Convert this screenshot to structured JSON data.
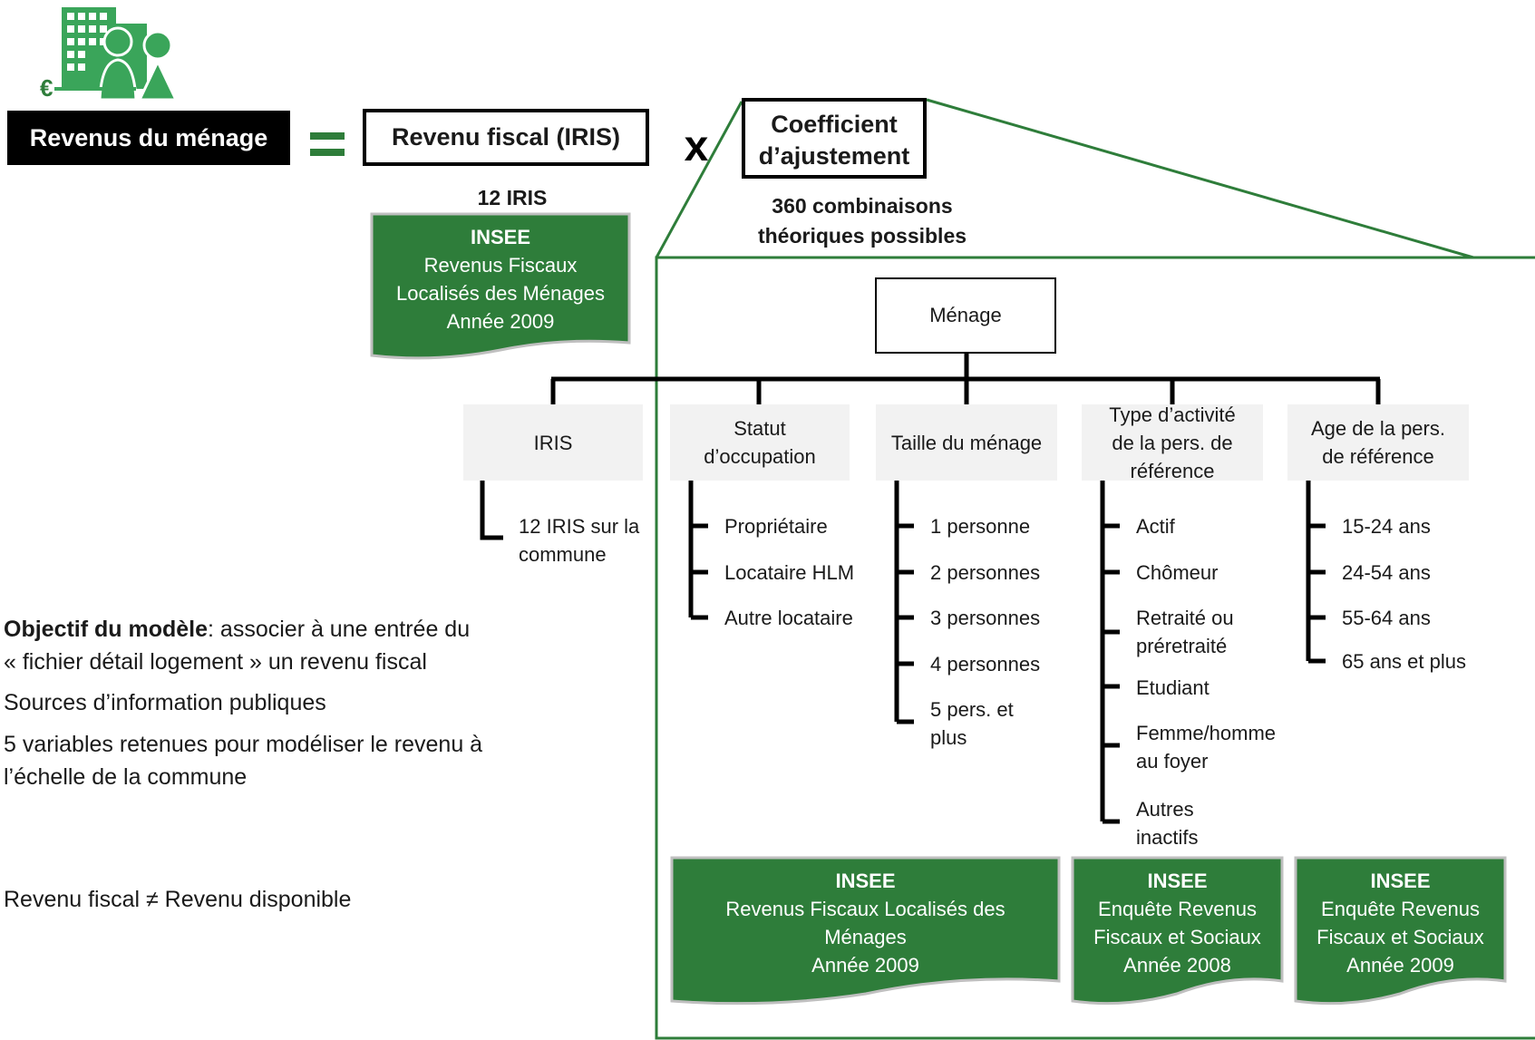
{
  "header": {
    "revenus_menage": "Revenus du ménage",
    "equals": "=",
    "revenu_fiscal": "Revenu fiscal  (IRIS)",
    "times": "x",
    "coef_line1": "Coefficient",
    "coef_line2": "d’ajustement"
  },
  "iris_count": "12 IRIS",
  "combinations": {
    "line1": "360 combinaisons",
    "line2": "théoriques possibles"
  },
  "sources": {
    "top": {
      "title": "INSEE",
      "line1": "Revenus Fiscaux",
      "line2": "Localisés des Ménages",
      "line3": "Année 2009"
    },
    "bottom1": {
      "title": "INSEE",
      "line1": "Revenus Fiscaux Localisés des",
      "line2": "Ménages",
      "line3": "Année 2009"
    },
    "bottom2": {
      "title": "INSEE",
      "line1": "Enquête Revenus",
      "line2": "Fiscaux et Sociaux",
      "line3": "Année 2008"
    },
    "bottom3": {
      "title": "INSEE",
      "line1": "Enquête Revenus",
      "line2": "Fiscaux et Sociaux",
      "line3": "Année 2009"
    }
  },
  "tree": {
    "root": "Ménage",
    "nodes": [
      {
        "label_lines": [
          "IRIS"
        ],
        "leaves": [
          [
            "12 IRIS sur la",
            "commune"
          ]
        ]
      },
      {
        "label_lines": [
          "Statut",
          "d’occupation"
        ],
        "leaves": [
          [
            "Propriétaire"
          ],
          [
            "Locataire HLM"
          ],
          [
            "Autre locataire"
          ]
        ]
      },
      {
        "label_lines": [
          "Taille du ménage"
        ],
        "leaves": [
          [
            "1 personne"
          ],
          [
            "2 personnes"
          ],
          [
            "3 personnes"
          ],
          [
            "4 personnes"
          ],
          [
            "5 pers. et",
            "plus"
          ]
        ]
      },
      {
        "label_lines": [
          "Type d’activité",
          "de la pers. de",
          "référence"
        ],
        "leaves": [
          [
            "Actif"
          ],
          [
            "Chômeur"
          ],
          [
            "Retraité ou",
            "préretraité"
          ],
          [
            "Etudiant"
          ],
          [
            "Femme/homme",
            "au foyer"
          ],
          [
            "Autres",
            "inactifs"
          ]
        ]
      },
      {
        "label_lines": [
          "Age de la pers.",
          "de référence"
        ],
        "leaves": [
          [
            "15-24 ans"
          ],
          [
            "24-54 ans"
          ],
          [
            "55-64 ans"
          ],
          [
            "65 ans et plus"
          ]
        ]
      }
    ]
  },
  "notes": {
    "objective_bold": "Objectif du modèle",
    "objective_rest": ": associer à une entrée du",
    "objective_line2": "« fichier détail logement » un revenu fiscal",
    "sources_public": "Sources d’information publiques",
    "variables_line1": "5 variables retenues pour modéliser le revenu à",
    "variables_line2": "l’échelle de la commune",
    "fiscal_vs_disposable": "Revenu fiscal ≠ Revenu disponible"
  },
  "colors": {
    "green": "#2e7d3a",
    "icon_green": "#3aa55a",
    "euro_green": "#2e7d3a",
    "node_gray": "#f2f2f2"
  },
  "icons": {
    "logo": "building-people-euro-icon"
  }
}
